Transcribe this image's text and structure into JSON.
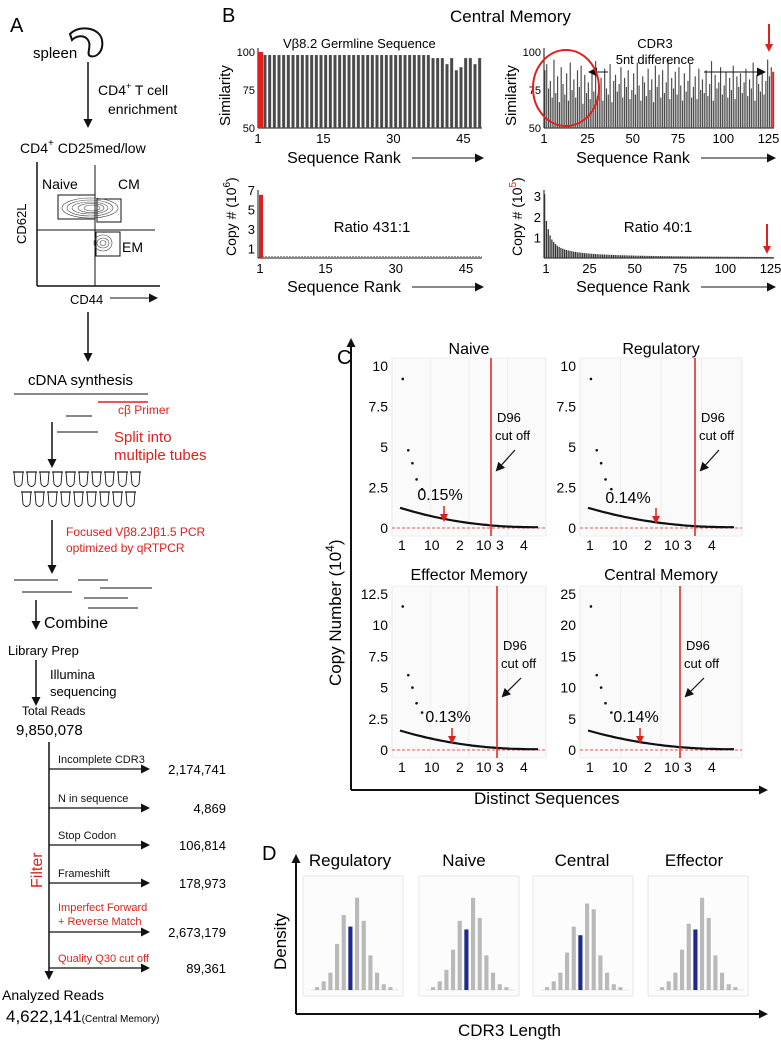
{
  "panel_letters": {
    "a": "A",
    "b": "B",
    "c": "C",
    "d": "D"
  },
  "panelA": {
    "spleen": "spleen",
    "step1_line1": "CD4",
    "step1_sup": "+",
    "step1_line1b": " T cell",
    "step1_line2": "enrichment",
    "gate_title_a": "CD4",
    "gate_title_sup": "+",
    "gate_title_b": " CD25med/low",
    "flow_ylabel": "CD62L",
    "flow_xlabel": "CD44",
    "gate_naive": "Naive",
    "gate_cm": "CM",
    "gate_em": "EM",
    "cdna": "cDNA synthesis",
    "primer": "cβ Primer",
    "split1": "Split into",
    "split2": "multiple tubes",
    "pcr1": "Focused Vβ8.2Jβ1.5 PCR",
    "pcr2": "optimized by qRTPCR",
    "combine": "Combine",
    "library": "Library Prep",
    "illumina1": "Illumina",
    "illumina2": "sequencing",
    "total_label": "Total Reads",
    "total_value": "9,850,078",
    "filter_label": "Filter",
    "filters": [
      {
        "label": "Incomplete CDR3",
        "label2": "",
        "value": "2,174,741"
      },
      {
        "label": "N in sequence",
        "label2": "",
        "value": "4,869"
      },
      {
        "label": "Stop Codon",
        "label2": "",
        "value": "106,814"
      },
      {
        "label": "Frameshift",
        "label2": "",
        "value": "178,973"
      },
      {
        "label": "Imperfect Forward",
        "label2": "+ Reverse Match",
        "value": "2,673,179"
      },
      {
        "label": "Quality Q30 cut off",
        "label2": "",
        "value": "89,361"
      }
    ],
    "analyzed_label": "Analyzed Reads",
    "analyzed_value": "4,622,141",
    "analyzed_note": "(Central Memory)"
  },
  "panelB": {
    "title": "Central Memory",
    "left_top_label": "Vβ8.2 Germline Sequence",
    "right_top_label1": "CDR3",
    "right_top_label2": "5nt difference",
    "ratio_left": "Ratio 431:1",
    "ratio_right": "Ratio 40:1",
    "xlabel": "Sequence Rank",
    "ylabel_sim": "Similarity",
    "ylabel_copy_left_a": "Copy # (10",
    "ylabel_copy_left_exp": "6",
    "ylabel_copy_right_exp": "5",
    "ylabel_copy_close": ")"
  },
  "panelC": {
    "ylabel_a": "Copy Number (10",
    "ylabel_exp": "4",
    "ylabel_b": ")",
    "xlabel": "Distinct Sequences",
    "cut1": "D96",
    "cut2": "cut off",
    "plots": [
      {
        "title": "Naive",
        "pct": "0.15%"
      },
      {
        "title": "Regulatory",
        "pct": "0.14%"
      },
      {
        "title": "Effector Memory",
        "pct": "0.13%"
      },
      {
        "title": "Central Memory",
        "pct": "0.14%"
      }
    ]
  },
  "panelD": {
    "ylabel": "Density",
    "xlabel": "CDR3 Length",
    "titles": [
      "Regulatory",
      "Naive",
      "Central",
      "Effector"
    ]
  },
  "chart_data": [
    {
      "type": "bar",
      "panel": "B-top-left",
      "xlabel": "Sequence Rank",
      "ylabel": "Similarity",
      "xticks": [
        1,
        15,
        30,
        45
      ],
      "yticks": [
        50,
        75,
        100
      ],
      "ylim": [
        50,
        100
      ],
      "series": [
        {
          "values": [
            100,
            98,
            98,
            98,
            98,
            98,
            98,
            98,
            98,
            98,
            98,
            98,
            98,
            98,
            98,
            98,
            98,
            98,
            98,
            98,
            98,
            98,
            98,
            98,
            98,
            98,
            98,
            98,
            98,
            98,
            98,
            98,
            98,
            98,
            98,
            98,
            98,
            96,
            96,
            96,
            92,
            96,
            88,
            90,
            96,
            96,
            92,
            96
          ]
        }
      ],
      "highlight_index": 0,
      "highlight_color": "#e0201b"
    },
    {
      "type": "bar",
      "panel": "B-top-right",
      "xlabel": "Sequence Rank",
      "ylabel": "Similarity",
      "xticks": [
        1,
        25,
        50,
        75,
        100,
        125
      ],
      "yticks": [
        50,
        75,
        100
      ],
      "ylim": [
        50,
        100
      ],
      "series": [
        {
          "values": [
            88,
            92,
            76,
            81,
            70,
            95,
            73,
            84,
            67,
            90,
            79,
            72,
            86,
            68,
            93,
            75,
            82,
            70,
            88,
            77,
            91,
            66,
            85,
            73,
            80,
            69,
            87,
            74,
            94,
            71,
            78,
            83,
            68,
            89,
            76,
            72,
            92,
            67,
            81,
            85,
            74,
            79,
            90,
            70,
            83,
            77,
            88,
            69,
            75,
            86,
            72,
            93,
            78,
            68,
            84,
            80,
            71,
            89,
            75,
            82,
            67,
            91,
            77,
            85,
            70,
            88,
            73,
            80,
            95,
            69,
            83,
            76,
            87,
            72,
            90,
            78,
            68,
            86,
            74,
            81,
            92,
            70,
            77,
            84,
            69,
            89,
            75,
            82,
            73,
            88,
            71,
            79,
            94,
            68,
            85,
            76,
            80,
            90,
            72,
            78,
            87,
            70,
            83,
            75,
            91,
            69,
            84,
            77,
            86,
            73,
            80,
            89,
            71,
            82,
            76,
            93,
            68,
            85,
            79,
            74,
            88,
            72,
            81,
            95,
            84,
            90,
            87
          ]
        }
      ],
      "highlight_index": 126,
      "highlight_color": "#e0201b"
    },
    {
      "type": "bar",
      "panel": "B-bottom-left",
      "xlabel": "Sequence Rank",
      "ylabel": "Copy # (10^6)",
      "xticks": [
        1,
        15,
        30,
        45
      ],
      "yticks": [
        1,
        3,
        5,
        7
      ],
      "ylim": [
        0,
        7
      ],
      "series": [
        {
          "values": [
            6.5,
            0.015,
            0.015,
            0.015,
            0.015
          ]
        }
      ]
    },
    {
      "type": "bar",
      "panel": "B-bottom-right",
      "xlabel": "Sequence Rank",
      "ylabel": "Copy # (10^5)",
      "xticks": [
        1,
        25,
        50,
        75,
        100,
        125
      ],
      "yticks": [
        1,
        2,
        3
      ],
      "ylim": [
        0,
        3
      ],
      "series": [
        {
          "values": [
            3.1,
            1.8,
            1.4,
            1.1,
            0.9,
            0.78,
            0.68,
            0.6,
            0.54,
            0.49,
            0.45,
            0.42,
            0.39,
            0.37,
            0.35,
            0.33,
            0.31,
            0.3,
            0.28,
            0.27
          ]
        }
      ]
    },
    {
      "type": "scatter",
      "panel": "C",
      "xlabel": "Distinct Sequences",
      "ylabel": "Copy Number (10^4)",
      "series": [
        {
          "name": "Naive",
          "yticks": [
            0,
            2.5,
            5,
            7.5,
            10
          ],
          "xticks": [
            "1",
            "10",
            "2",
            "10",
            "3",
            "4"
          ],
          "cutoff_x": 3,
          "pct": "0.15%"
        },
        {
          "name": "Regulatory",
          "yticks": [
            0,
            2.5,
            5,
            7.5,
            10
          ],
          "xticks": [
            "1",
            "10",
            "2",
            "10",
            "3",
            "4"
          ],
          "cutoff_x": 3,
          "pct": "0.14%"
        },
        {
          "name": "Effector Memory",
          "yticks": [
            0,
            2.5,
            5,
            7.5,
            10,
            12.5
          ],
          "xticks": [
            "1",
            "10",
            "2",
            "10",
            "3",
            "4"
          ],
          "cutoff_x": 3,
          "pct": "0.13%"
        },
        {
          "name": "Central Memory",
          "yticks": [
            0,
            5,
            10,
            15,
            20,
            25
          ],
          "xticks": [
            "1",
            "10",
            "2",
            "10",
            "3",
            "4"
          ],
          "cutoff_x": 3,
          "pct": "0.14%"
        }
      ]
    },
    {
      "type": "bar",
      "panel": "D",
      "xlabel": "CDR3 Length",
      "ylabel": "Density",
      "series": [
        {
          "name": "Regulatory",
          "values": [
            0.01,
            0.03,
            0.06,
            0.16,
            0.26,
            0.22,
            0.32,
            0.24,
            0.12,
            0.06,
            0.02,
            0.01
          ],
          "highlight_index": 5
        },
        {
          "name": "Naive",
          "values": [
            0.01,
            0.03,
            0.07,
            0.14,
            0.24,
            0.21,
            0.32,
            0.25,
            0.12,
            0.06,
            0.02,
            0.01
          ],
          "highlight_index": 5
        },
        {
          "name": "Central",
          "values": [
            0.01,
            0.03,
            0.06,
            0.13,
            0.22,
            0.19,
            0.3,
            0.28,
            0.12,
            0.06,
            0.02,
            0.01
          ],
          "highlight_index": 5
        },
        {
          "name": "Effector",
          "values": [
            0.01,
            0.03,
            0.06,
            0.14,
            0.23,
            0.21,
            0.32,
            0.25,
            0.12,
            0.06,
            0.02,
            0.01
          ],
          "highlight_index": 5
        }
      ]
    }
  ]
}
